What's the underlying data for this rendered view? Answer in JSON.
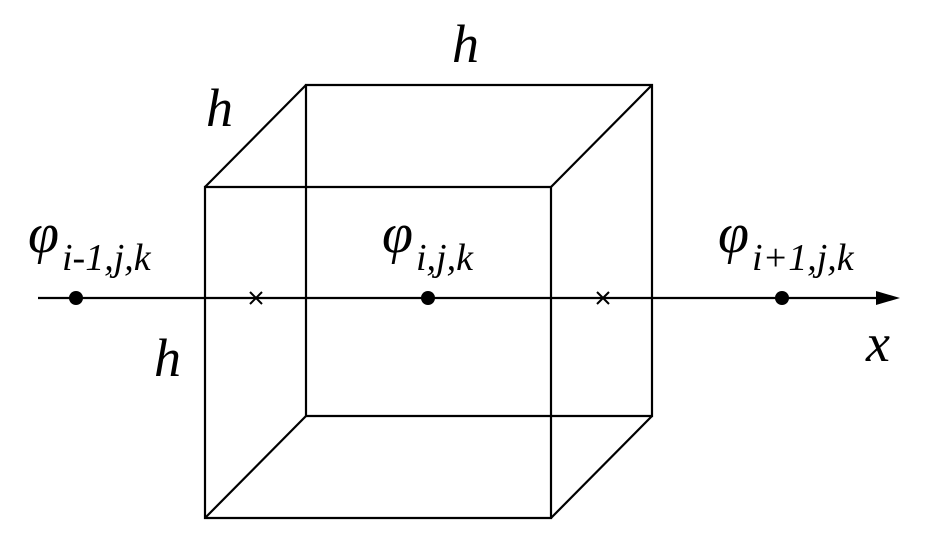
{
  "diagram": {
    "edge_labels": {
      "top": "h",
      "left_top": "h",
      "left_side": "h"
    },
    "axis": {
      "label": "x"
    },
    "nodes": {
      "left": {
        "symbol": "φ",
        "subscript": "i-1,j,k"
      },
      "center": {
        "symbol": "φ",
        "subscript": "i,j,k"
      },
      "right": {
        "symbol": "φ",
        "subscript": "i+1,j,k"
      }
    },
    "colors": {
      "line": "#000000",
      "background": "#ffffff"
    }
  }
}
